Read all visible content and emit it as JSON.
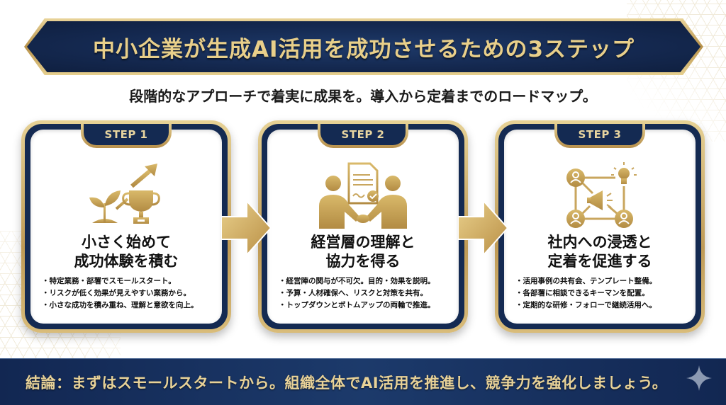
{
  "header": {
    "title": "中小企業が生成AI活用を成功させるための3ステップ",
    "subtitle": "段階的なアプローチで着実に成果を。導入から定着までのロードマップ。"
  },
  "colors": {
    "navy": "#142a52",
    "gold": "#c9a65e",
    "gold_light": "#e8cf8a",
    "text_dark": "#111111"
  },
  "steps": [
    {
      "label": "STEP 1",
      "icon": "sprout-trophy-growth-icon",
      "heading_line1": "小さく始めて",
      "heading_line2": "成功体験を積む",
      "bullets": [
        "特定業務・部署でスモールスタート。",
        "リスクが低く効果が見えやすい業務から。",
        "小さな成功を積み重ね、理解と意欲を向上。"
      ]
    },
    {
      "label": "STEP 2",
      "icon": "handshake-contract-icon",
      "heading_line1": "経営層の理解と",
      "heading_line2": "協力を得る",
      "bullets": [
        "経営陣の関与が不可欠。目的・効果を説明。",
        "予算・人材確保へ、リスクと対策を共有。",
        "トップダウンとボトムアップの両輪で推進。"
      ]
    },
    {
      "label": "STEP 3",
      "icon": "network-megaphone-idea-icon",
      "heading_line1": "社内への浸透と",
      "heading_line2": "定着を促進する",
      "bullets": [
        "活用事例の共有会、テンプレート整備。",
        "各部署に相談できるキーマンを配置。",
        "定期的な研修・フォローで継続活用へ。"
      ]
    }
  ],
  "footer": {
    "conclusion": "結論：まずはスモールスタートから。組織全体でAI活用を推進し、競争力を強化しましょう。",
    "icon": "sparkle-icon"
  }
}
